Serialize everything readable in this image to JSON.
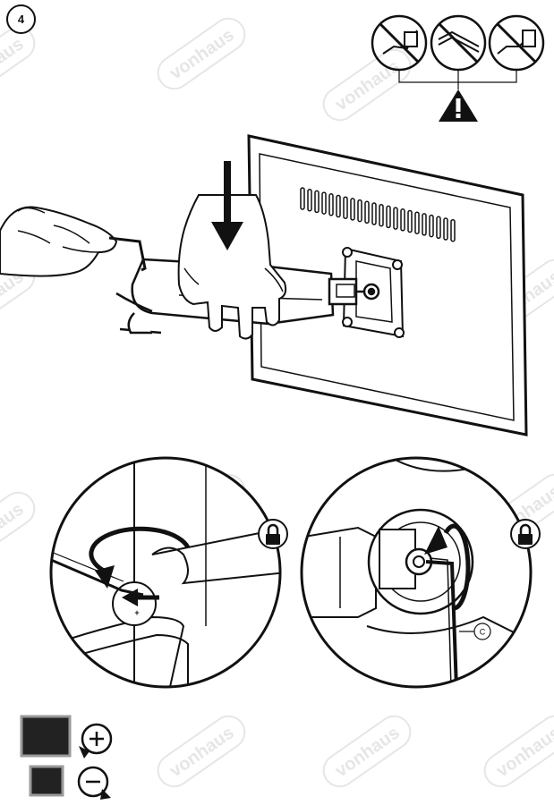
{
  "step": {
    "number": "4"
  },
  "brand": {
    "watermark": "vonhaus"
  },
  "callouts": {
    "c_label": "C"
  },
  "warning": {
    "icon": "warning-triangle-icon",
    "prohibited": [
      "no-sagging-arm-icon",
      "no-drooping-arm-icon",
      "no-tilting-arm-icon"
    ]
  },
  "legend": {
    "items": [
      {
        "icon": "clockwise-plus-icon",
        "meaning": "tighten",
        "screen": "larger-screen-icon"
      },
      {
        "icon": "counterclockwise-minus-icon",
        "meaning": "loosen",
        "screen": "smaller-screen-icon"
      }
    ]
  },
  "colors": {
    "ink": "#111111",
    "screen_fill": "#222222",
    "watermark": "#e6e6e6"
  }
}
